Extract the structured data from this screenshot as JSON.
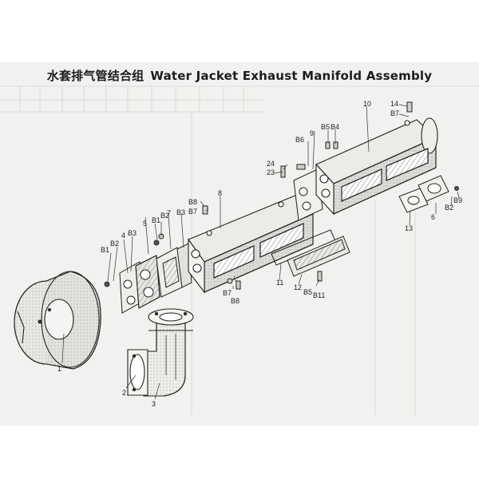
{
  "title": {
    "zh": "水套排气管结合组",
    "en": "Water Jacket Exhaust Manifold Assembly"
  },
  "labels": {
    "c1": "1",
    "c2": "2",
    "c3": "3",
    "c4": "4",
    "c5": "5",
    "c6": "6",
    "c7": "7",
    "c8": "8",
    "c9": "9",
    "c10": "10",
    "c11": "11",
    "c12": "12",
    "c13": "13",
    "c14": "14",
    "c23": "23",
    "c24": "24",
    "b1a": "B1",
    "b2a": "B2",
    "b3a": "B3",
    "b1b": "B1",
    "b2b": "B2",
    "b3b": "B3",
    "b4": "B4",
    "b5a": "B5",
    "b5b": "B5",
    "b6": "B6",
    "b7a": "B7",
    "b7b": "B7",
    "b7c": "B7",
    "b8a": "B8",
    "b8b": "B8",
    "b9": "B9",
    "b2c": "B2",
    "b11": "B11"
  }
}
